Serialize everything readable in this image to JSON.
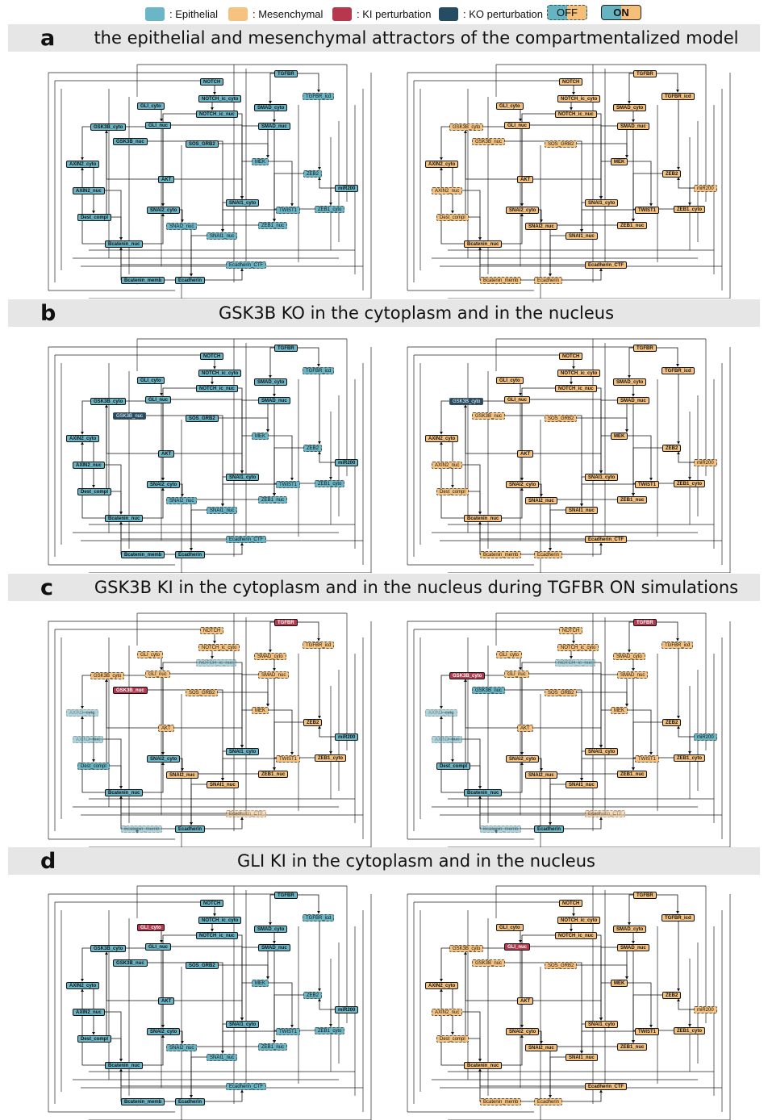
{
  "legend": {
    "items": [
      {
        "label": ": Epithelial",
        "color": "#6ab5c6"
      },
      {
        "label": ": Mesenchymal",
        "color": "#f6c27f"
      },
      {
        "label": ": KI perturbation",
        "color": "#b7374d"
      },
      {
        "label": ": KO perturbation",
        "color": "#264c64"
      }
    ],
    "off_label": "OFF",
    "on_label": "ON"
  },
  "sections": [
    {
      "letter": "a",
      "title": "the epithelial and mesenchymal attractors of the compartmentalized model"
    },
    {
      "letter": "b",
      "title": "GSK3B KO in the cytoplasm and in the nucleus"
    },
    {
      "letter": "c",
      "title": "GSK3B KI in the cytoplasm and in the nucleus during TGFBR ON simulations"
    },
    {
      "letter": "d",
      "title": "GLI KI in the cytoplasm and in the nucleus"
    }
  ],
  "node_labels": [
    "NOTCH",
    "TGFBR",
    "NOTCH_ic_cyto",
    "TGFBR_icd",
    "GLI_cyto",
    "NOTCH_ic_nuc",
    "SMAD_cyto",
    "GSK3B_cyto",
    "GLI_nuc",
    "SMAD_nuc",
    "GSK3B_nuc",
    "SOS_GRB2",
    "MEK",
    "AXIN2_cyto",
    "ZEB2",
    "AKT",
    "AXIN2_nuc",
    "miR200",
    "SNAI1_cyto",
    "SNAI2_cyto",
    "TWIST1",
    "ZEB1_cyto",
    "Dest_compl",
    "SNAI2_nuc",
    "ZEB1_nuc",
    "SNAI1_nuc",
    "Bcatenin_nuc",
    "Ecadherin_CTF",
    "Bcatenin_memb",
    "Ecadherin"
  ],
  "on_nodes": {
    "epithelial": [
      "NOTCH",
      "TGFBR",
      "NOTCH_ic_cyto",
      "GLI_cyto",
      "NOTCH_ic_nuc",
      "SMAD_cyto",
      "GSK3B_cyto",
      "GLI_nuc",
      "SMAD_nuc",
      "GSK3B_nuc",
      "SOS_GRB2",
      "AXIN2_cyto",
      "AKT",
      "AXIN2_nuc",
      "miR200",
      "SNAI2_cyto",
      "Dest_compl",
      "SNAI1_cyto",
      "Bcatenin_nuc",
      "Bcatenin_memb",
      "Ecadherin"
    ],
    "mesenchymal": [
      "NOTCH",
      "TGFBR",
      "NOTCH_ic_cyto",
      "TGFBR_icd",
      "GLI_cyto",
      "NOTCH_ic_nuc",
      "SMAD_cyto",
      "GLI_nuc",
      "SMAD_nuc",
      "MEK",
      "AXIN2_cyto",
      "ZEB2",
      "AKT",
      "SNAI1_cyto",
      "SNAI2_cyto",
      "TWIST1",
      "ZEB1_cyto",
      "SNAI2_nuc",
      "ZEB1_nuc",
      "SNAI1_nuc",
      "Bcatenin_nuc",
      "Ecadherin_CTF"
    ],
    "b_left": [
      "NOTCH",
      "TGFBR",
      "NOTCH_ic_cyto",
      "GLI_cyto",
      "NOTCH_ic_nuc",
      "SMAD_cyto",
      "GSK3B_cyto",
      "GLI_nuc",
      "SMAD_nuc",
      "SOS_GRB2",
      "AXIN2_cyto",
      "AKT",
      "AXIN2_nuc",
      "miR200",
      "SNAI2_cyto",
      "Dest_compl",
      "SNAI1_cyto",
      "Bcatenin_nuc",
      "Bcatenin_memb",
      "Ecadherin"
    ],
    "b_right": [
      "NOTCH",
      "TGFBR",
      "NOTCH_ic_cyto",
      "TGFBR_icd",
      "GLI_cyto",
      "NOTCH_ic_nuc",
      "SMAD_cyto",
      "GLI_nuc",
      "SMAD_nuc",
      "MEK",
      "AXIN2_cyto",
      "ZEB2",
      "AKT",
      "SNAI1_cyto",
      "SNAI2_cyto",
      "TWIST1",
      "ZEB1_cyto",
      "SNAI2_nuc",
      "ZEB1_nuc",
      "SNAI1_nuc",
      "Bcatenin_nuc",
      "Ecadherin_CTF"
    ],
    "c_left": [
      "TGFBR",
      "GSK3B_nuc",
      "SNAI2_cyto",
      "SNAI1_cyto",
      "SNAI1_nuc",
      "Bcatenin_nuc",
      "Ecadherin",
      "ZEB2",
      "miR200",
      "ZEB1_cyto",
      "ZEB1_nuc",
      "SNAI2_nuc"
    ],
    "c_right": [
      "TGFBR",
      "GSK3B_cyto",
      "SNAI1_cyto",
      "SNAI1_nuc",
      "Bcatenin_nuc",
      "Ecadherin",
      "ZEB2",
      "ZEB1_cyto",
      "ZEB1_nuc",
      "Dest_compl",
      "SNAI2_cyto",
      "SNAI2_nuc"
    ],
    "d_left": [
      "NOTCH",
      "TGFBR",
      "NOTCH_ic_cyto",
      "GLI_cyto",
      "NOTCH_ic_nuc",
      "SMAD_cyto",
      "GSK3B_cyto",
      "GLI_nuc",
      "SMAD_nuc",
      "GSK3B_nuc",
      "SOS_GRB2",
      "AXIN2_cyto",
      "AKT",
      "AXIN2_nuc",
      "miR200",
      "SNAI2_cyto",
      "Dest_compl",
      "SNAI1_cyto",
      "Bcatenin_nuc",
      "Bcatenin_memb",
      "Ecadherin"
    ],
    "d_right": [
      "NOTCH",
      "TGFBR",
      "NOTCH_ic_cyto",
      "TGFBR_icd",
      "GLI_cyto",
      "NOTCH_ic_nuc",
      "SMAD_cyto",
      "GLI_nuc",
      "SMAD_nuc",
      "MEK",
      "AXIN2_cyto",
      "ZEB2",
      "AKT",
      "SNAI1_cyto",
      "SNAI2_cyto",
      "TWIST1",
      "ZEB1_cyto",
      "SNAI2_nuc",
      "ZEB1_nuc",
      "SNAI1_nuc",
      "Bcatenin_nuc",
      "Ecadherin_CTF"
    ]
  },
  "panels": [
    {
      "id": "a_left",
      "theme": "epi",
      "ki": [],
      "ko": [],
      "faded": []
    },
    {
      "id": "a_right",
      "theme": "mes",
      "ki": [],
      "ko": [],
      "faded": []
    },
    {
      "id": "b_left",
      "theme": "epi",
      "ki": [],
      "ko": [
        "GSK3B_nuc"
      ],
      "faded": []
    },
    {
      "id": "b_right",
      "theme": "mes",
      "ki": [],
      "ko": [
        "GSK3B_cyto"
      ],
      "faded": []
    },
    {
      "id": "c_left",
      "theme": "mix",
      "ki": [
        "TGFBR",
        "GSK3B_nuc"
      ],
      "ko": [],
      "faded": [
        "NOTCH_ic_nuc",
        "AXIN2_cyto",
        "AXIN2_nuc",
        "Bcatenin_memb",
        "Ecadherin_CTF"
      ]
    },
    {
      "id": "c_right",
      "theme": "mix",
      "ki": [
        "TGFBR",
        "GSK3B_cyto"
      ],
      "ko": [],
      "faded": [
        "NOTCH_ic_nuc",
        "AXIN2_cyto",
        "AXIN2_nuc",
        "Bcatenin_memb",
        "Ecadherin_CTF"
      ]
    },
    {
      "id": "d_left",
      "theme": "epi",
      "ki": [
        "GLI_cyto"
      ],
      "ko": [],
      "faded": []
    },
    {
      "id": "d_right",
      "theme": "mes",
      "ki": [
        "GLI_nuc"
      ],
      "ko": [],
      "faded": []
    }
  ]
}
